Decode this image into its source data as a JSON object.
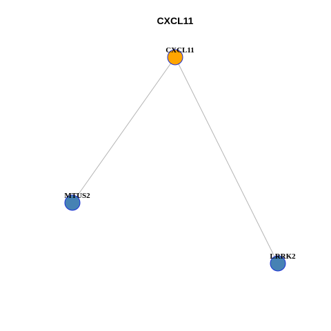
{
  "title": "CXCL11",
  "graph": {
    "nodes": [
      {
        "id": "CXCL11",
        "label": "CXCL11",
        "role": "hub",
        "color": "#FFA500"
      },
      {
        "id": "MTUS2",
        "label": "MTUS2",
        "role": "neighbor",
        "color": "#4682B4"
      },
      {
        "id": "LRRK2",
        "label": "LRRK2",
        "role": "neighbor",
        "color": "#4682B4"
      }
    ],
    "edges": [
      {
        "source": "CXCL11",
        "target": "MTUS2"
      },
      {
        "source": "CXCL11",
        "target": "LRRK2"
      }
    ],
    "border_color": "#1A2FD6",
    "edge_color": "#B4B4B4"
  }
}
